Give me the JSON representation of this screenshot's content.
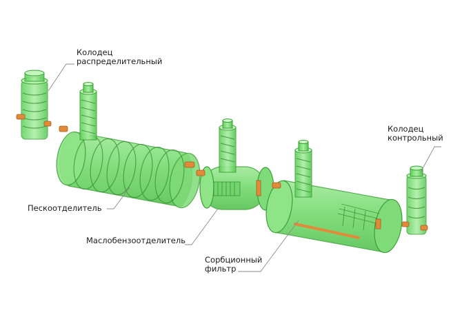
{
  "labels": {
    "distribution_well": [
      "Колодец",
      "распределительный"
    ],
    "sand_separator": "Пескоотделитель",
    "oil_separator": "Маслобензоотделитель",
    "sorption_filter": [
      "Сорбционный",
      "фильтр"
    ],
    "control_well": [
      "Колодец",
      "контрольный"
    ]
  },
  "colors": {
    "tank_fill": "#5fd45a",
    "tank_stroke": "#3a9e36",
    "pipe_orange": "#e08a3a",
    "background": "#ffffff"
  }
}
